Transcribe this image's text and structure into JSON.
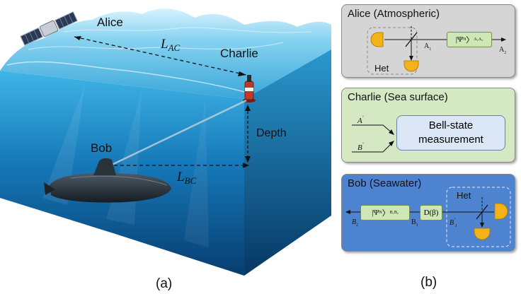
{
  "scene": {
    "alice_label": "Alice",
    "charlie_label": "Charlie",
    "bob_label": "Bob",
    "depth_label": "Depth",
    "lac_main": "L",
    "lac_sub": "AC",
    "lbc_main": "L",
    "lbc_sub": "BC",
    "caption": "(a)"
  },
  "panels": {
    "caption": "(b)",
    "alice": {
      "title": "Alice (Atmospheric)",
      "het_label": "Het",
      "state_text": "|Ψ",
      "state_sub": "N",
      "state_tail": "〉",
      "state_sub2": "A₁A₂",
      "port1_main": "A",
      "port1_sub": "1",
      "port2_main": "A",
      "port2_sub": "2"
    },
    "charlie": {
      "title": "Charlie (Sea surface)",
      "input1_main": "A",
      "input1_mark": "'",
      "input2_main": "B",
      "input2_mark": "'",
      "box_line1": "Bell-state",
      "box_line2": "measurement"
    },
    "bob": {
      "title": "Bob (Seawater)",
      "het_label": "Het",
      "state_text": "|Ψ",
      "state_sub": "N",
      "state_tail": "〉",
      "state_sub2": "B₁B₂",
      "displacement": "D(β)",
      "port_b2_main": "B",
      "port_b2_sub": "2",
      "port_b1_main": "B",
      "port_b1_sub": "1",
      "port_b1p_main": "B",
      "port_b1p_mark": "'",
      "port_b1p_sub": "1"
    }
  },
  "colors": {
    "sea_top": "#6ec7ec",
    "sea_deep": "#0a4f86",
    "alice_panel": "#d5d5d5",
    "charlie_panel": "#d4e8c3",
    "bob_panel": "#4e83cf",
    "detector": "#f3b21a",
    "state_box": "#cfe7b4"
  }
}
